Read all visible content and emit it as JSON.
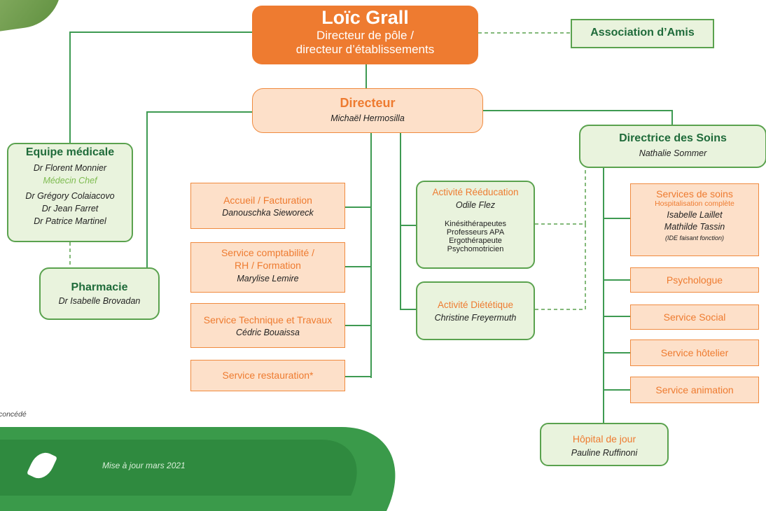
{
  "top": {
    "name": "Loïc Grall",
    "role_line1": "Directeur de pôle /",
    "role_line2": "directeur d’établissements"
  },
  "association": "Association d’Amis",
  "directeur": {
    "title": "Directeur",
    "name": "Michaël Hermosilla"
  },
  "equipe": {
    "title": "Equipe médicale",
    "p1": "Dr Florent Monnier",
    "chef": "Médecin Chef",
    "p2": "Dr Grégory Colaiacovo",
    "p3": "Dr Jean Farret",
    "p4": "Dr Patrice Martinel"
  },
  "pharmacie": {
    "title": "Pharmacie",
    "name": "Dr Isabelle Brovadan"
  },
  "accueil": {
    "title": "Accueil / Facturation",
    "name": "Danouschka Sieworeck"
  },
  "compta": {
    "title1": "Service comptabilité /",
    "title2": "RH / Formation",
    "name": "Marylise Lemire"
  },
  "technique": {
    "title": "Service Technique et Travaux",
    "name": "Cédric Bouaissa"
  },
  "restauration": {
    "title": "Service restauration*"
  },
  "reeducation": {
    "title": "Activité Rééducation",
    "name": "Odile Flez",
    "l1": "Kinésithérapeutes",
    "l2": "Professeurs APA",
    "l3": "Ergothérapeute",
    "l4": "Psychomotricien"
  },
  "dietetique": {
    "title": "Activité Diététique",
    "name": "Christine Freyermuth"
  },
  "soins_dir": {
    "title": "Directrice des Soins",
    "name": "Nathalie Sommer"
  },
  "services_soins": {
    "title": "Services de soins",
    "sub": "Hospitalisation complète",
    "n1": "Isabelle Laillet",
    "n2": "Mathilde Tassin",
    "note": "(IDE faisant fonction)"
  },
  "psychologue": "Psychologue",
  "social": "Service Social",
  "hotelier": "Service hôtelier",
  "animation": "Service animation",
  "hopital": {
    "title": "Hôpital de jour",
    "name": "Pauline Ruffinoni"
  },
  "footnote": "concédé",
  "footer": "Mise à jour mars 2021",
  "colors": {
    "green_border": "#5aa24e",
    "green_fill": "#e9f3dd",
    "orange_border": "#f08a3e",
    "orange_fill": "#fde0c9",
    "top_fill": "#ee7b30"
  }
}
